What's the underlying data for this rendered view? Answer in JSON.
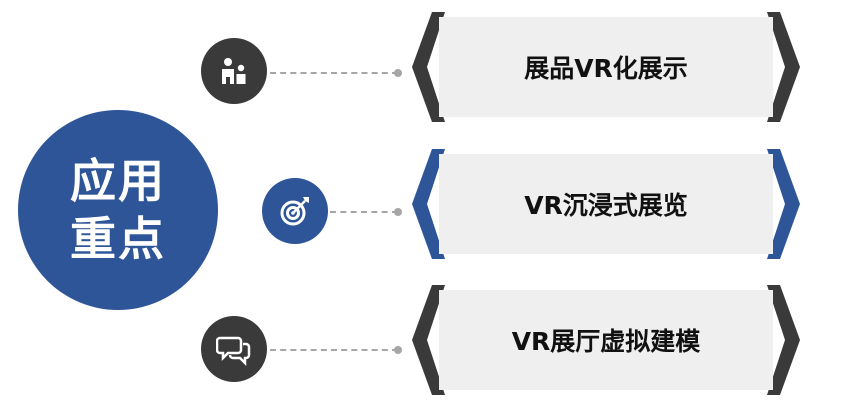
{
  "center": {
    "line1": "应用",
    "line2": "重点"
  },
  "items": [
    {
      "label": "展品VR化展示",
      "icon": "people-icon",
      "accent": "#3a3a3a"
    },
    {
      "label": "VR沉浸式展览",
      "icon": "target-icon",
      "accent": "#2e5597"
    },
    {
      "label": "VR展厅虚拟建模",
      "icon": "chat-bubbles-icon",
      "accent": "#3a3a3a"
    }
  ],
  "colors": {
    "primary_blue": "#2e5597",
    "dark_gray": "#3a3a3a",
    "banner_fill": "#efefef",
    "connector": "#a6a6a6"
  }
}
